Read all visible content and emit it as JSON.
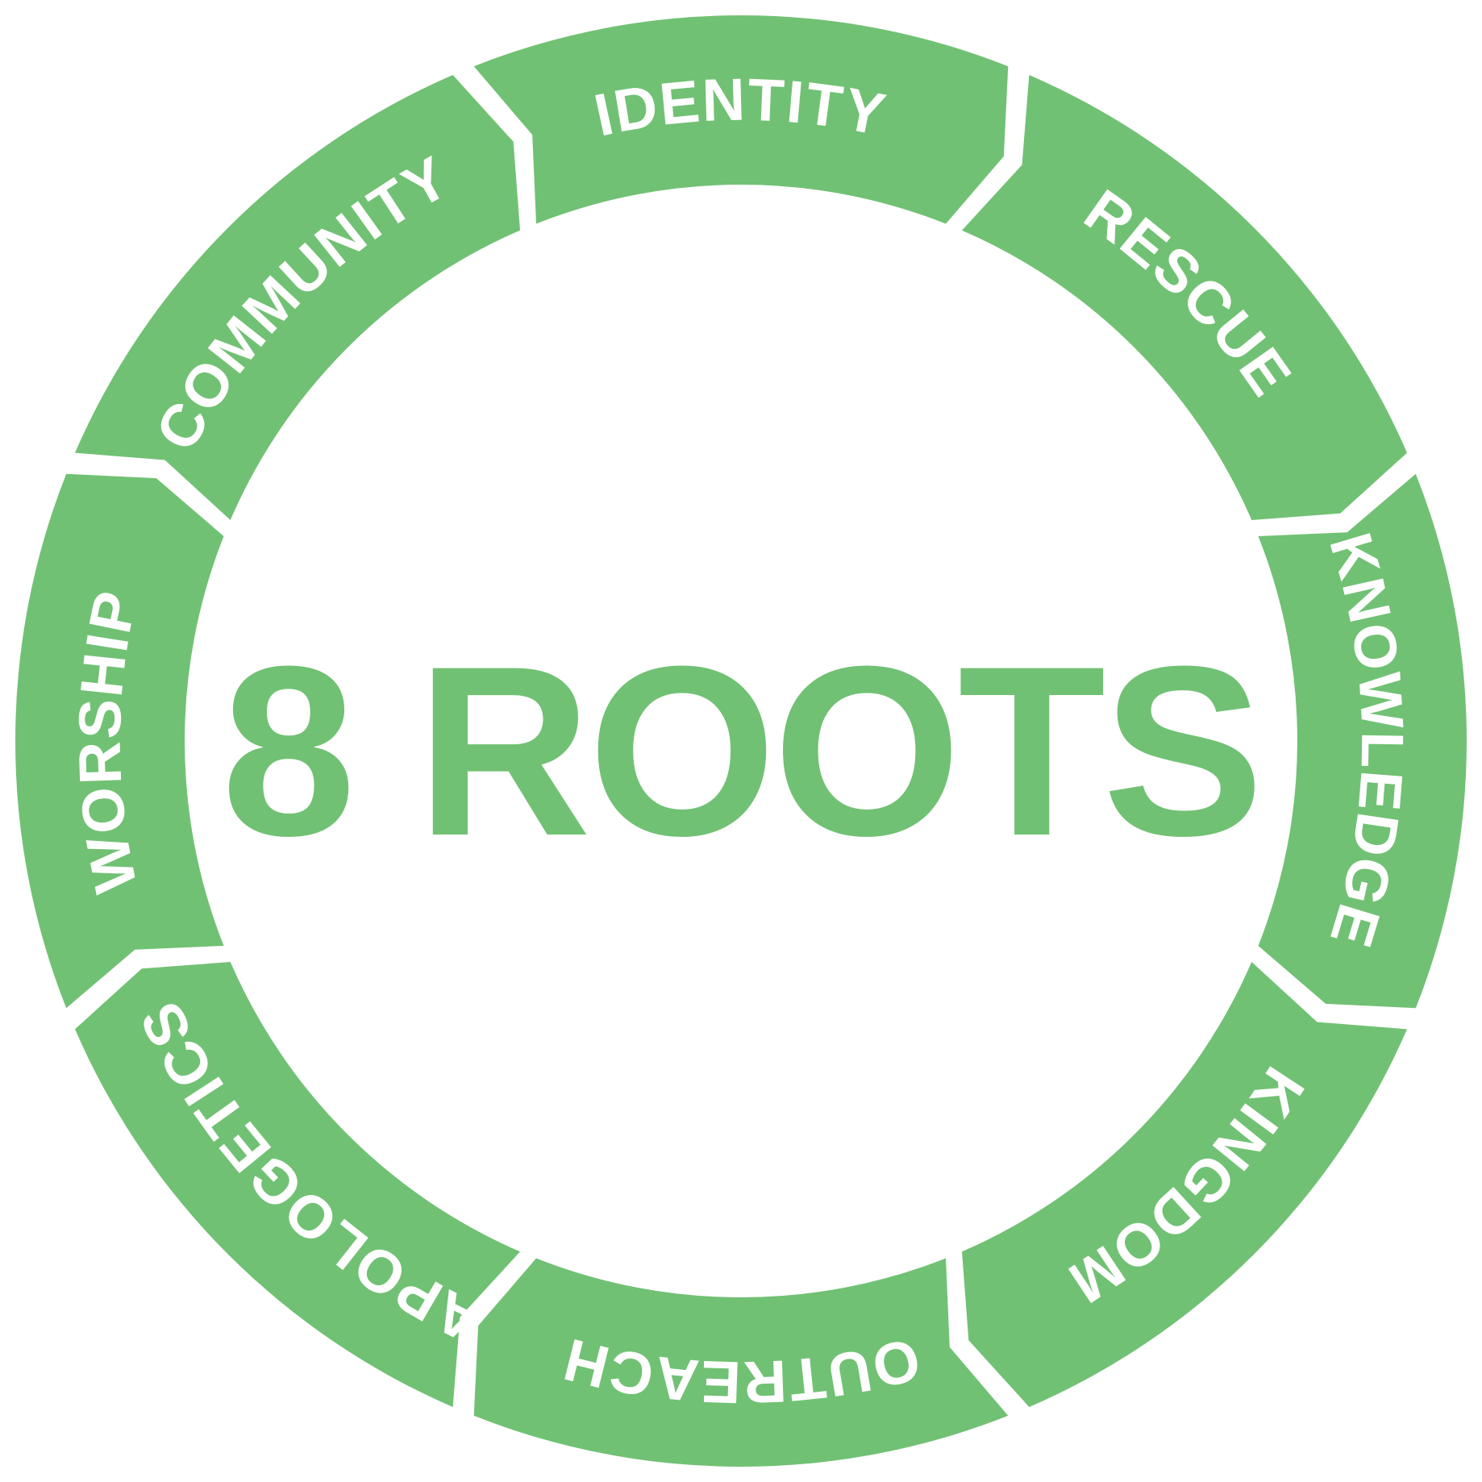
{
  "title": "8 ROOTS",
  "segments": [
    {
      "label": "IDENTITY"
    },
    {
      "label": "RESCUE"
    },
    {
      "label": "KNOWLEDGE"
    },
    {
      "label": "KINGDOM"
    },
    {
      "label": "OUTREACH"
    },
    {
      "label": "APOLOGETICS"
    },
    {
      "label": "WORSHIP"
    },
    {
      "label": "COMMUNITY"
    }
  ],
  "colors": {
    "segment_fill": "#71C174",
    "background": "#FFFFFF",
    "label_text": "#FFFFFF",
    "title_text": "#71C174"
  },
  "shape": "circular-cycle-of-chevron-arrows"
}
